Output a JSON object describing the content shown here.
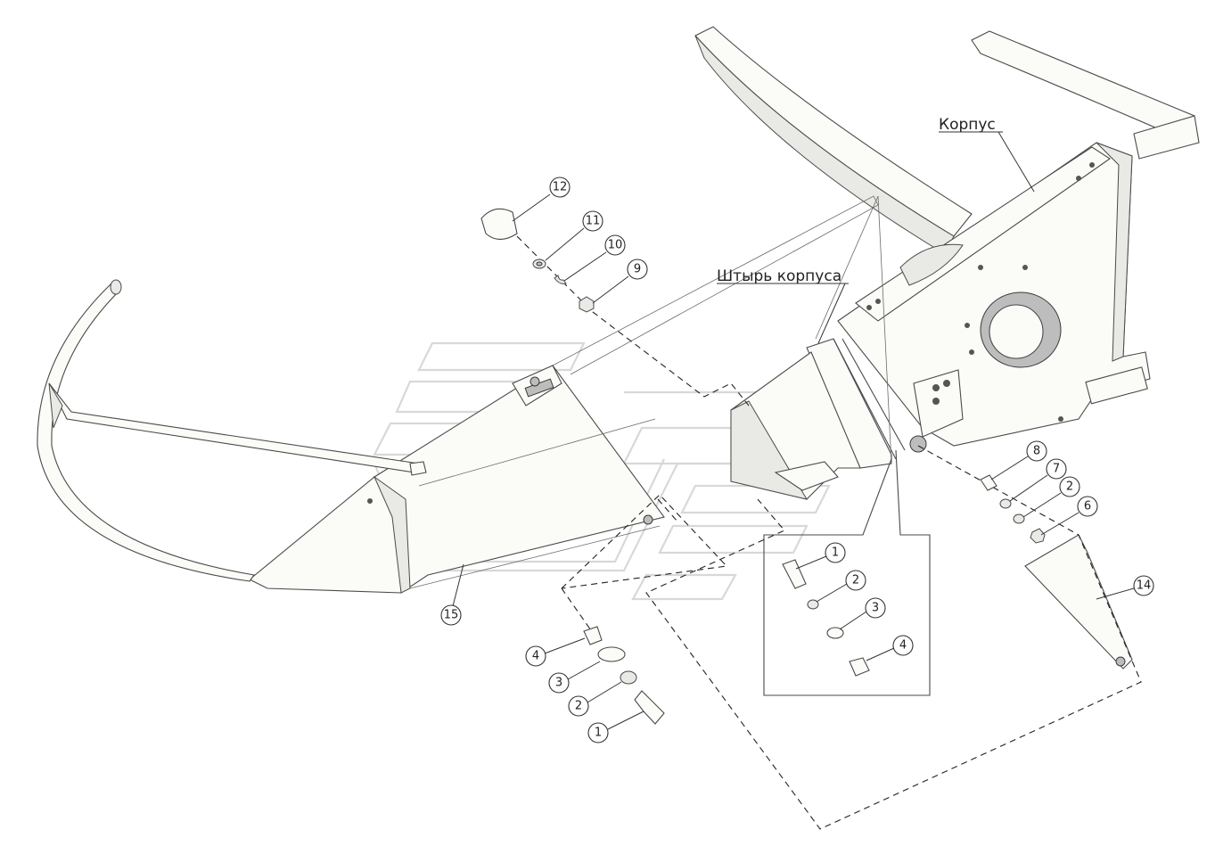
{
  "labels": {
    "korpus": "Корпус",
    "shtyr_korpusa": "Штырь корпуса"
  },
  "callouts": {
    "c12": "12",
    "c11": "11",
    "c10": "10",
    "c9": "9",
    "c8": "8",
    "c7": "7",
    "c2_right": "2",
    "c6": "6",
    "c14": "14",
    "c15": "15",
    "c1_inset": "1",
    "c2_inset": "2",
    "c3_inset": "3",
    "c4_inset": "4",
    "c4_left": "4",
    "c3_left": "3",
    "c2_left": "2",
    "c1_left": "1"
  }
}
